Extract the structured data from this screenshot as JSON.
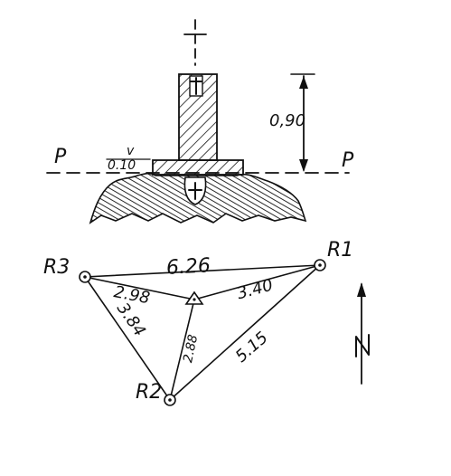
{
  "section": {
    "plane_label_left": "P",
    "plane_label_right": "P",
    "ground_offset": "0.10",
    "ground_offset_mark": "v",
    "height": "0,90"
  },
  "plan": {
    "points": {
      "r3": "R3",
      "r1": "R1",
      "r2": "R2"
    },
    "distances": {
      "r3_r1": "6.26",
      "r3_center": "2.98",
      "center_r1": "3.40",
      "r3_r2": "3.84",
      "center_r2": "2.88",
      "r2_r1": "5.15"
    },
    "north": "N"
  }
}
